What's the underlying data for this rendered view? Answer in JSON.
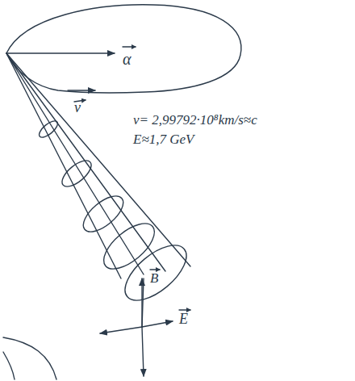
{
  "diagram": {
    "labels": [
      "α",
      "ν",
      "v= 2,99792·10⁸km/s≈c",
      "E≈1,7 GeV",
      "B",
      "E"
    ]
  }
}
